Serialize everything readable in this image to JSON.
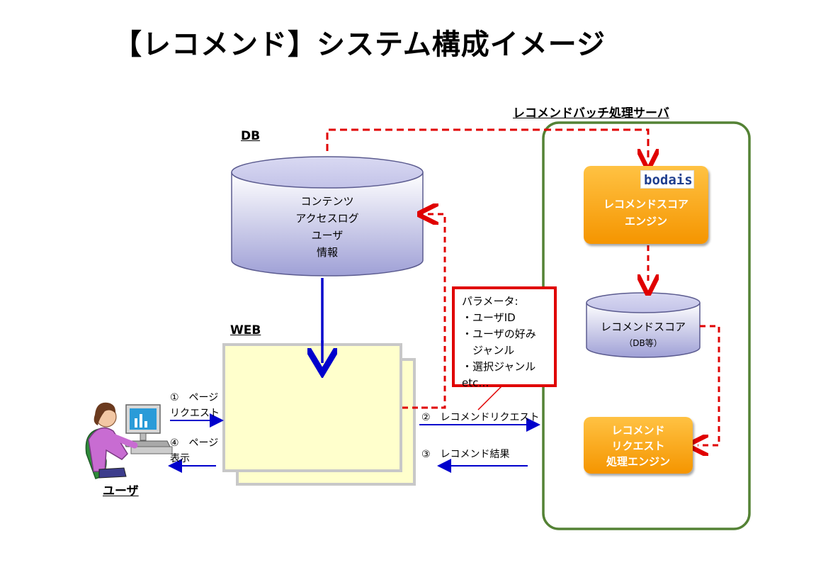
{
  "title": "【レコメンド】システム構成イメージ",
  "db": {
    "label": "DB",
    "lines": [
      "コンテンツ",
      "アクセスログ",
      "ユーザ",
      "情報"
    ]
  },
  "batch_server": {
    "label": "レコメンドバッチ処理サーバ",
    "logo_text": "bodais",
    "score_engine": [
      "レコメンドスコア",
      "エンジン"
    ],
    "score_db": {
      "name": "レコメンドスコア",
      "sub": "（DB等）"
    },
    "request_engine": [
      "レコメンド",
      "リクエスト",
      "処理エンジン"
    ]
  },
  "web": {
    "label": "WEB"
  },
  "params": {
    "lines": [
      "パラメータ:",
      "・ユーザID",
      "・ユーザの好み",
      "　ジャンル",
      "・選択ジャンル",
      "etc…"
    ]
  },
  "flows": {
    "step1": [
      "①　ページ",
      "リクエスト"
    ],
    "step4": [
      "④　ページ",
      "表示"
    ],
    "step2": "②　レコメンドリクエスト",
    "step3": "③　レコメンド結果"
  },
  "user": {
    "label": "ユーザ"
  },
  "colors": {
    "accent_red": "#e00000",
    "arrow_blue": "#0000cc",
    "server_border": "#548235",
    "orange": "#f59500"
  }
}
